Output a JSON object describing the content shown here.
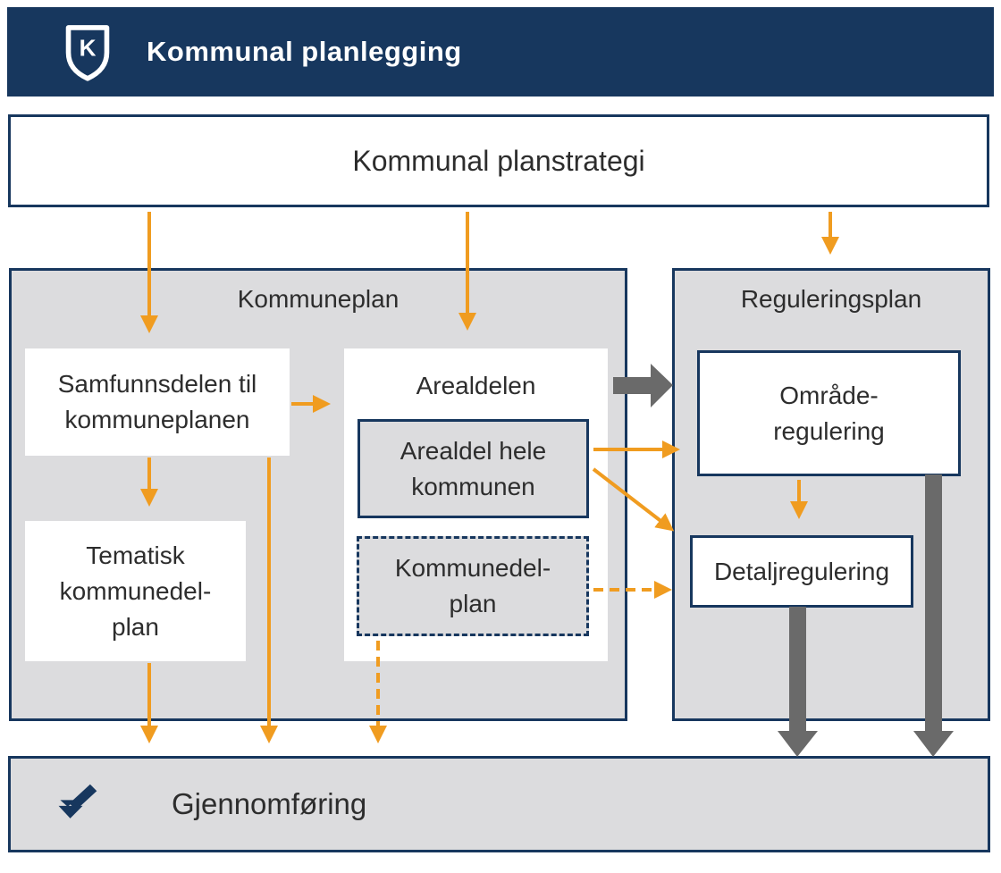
{
  "header": {
    "title": "Kommunal planlegging",
    "logo_letter": "K"
  },
  "strategy": {
    "label": "Kommunal planstrategi"
  },
  "kommuneplan": {
    "title": "Kommuneplan",
    "samfunnsdelen": "Samfunnsdelen til\nkommuneplanen",
    "arealdelen_title": "Arealdelen",
    "arealdel_hele": "Arealdel hele\nkommunen",
    "kommunedelplan": "Kommunedel-\nplan",
    "tematisk": "Tematisk\nkommunedel-\nplan"
  },
  "reguleringsplan": {
    "title": "Reguleringsplan",
    "omraderegulering": "Område-\nregulering",
    "detaljregulering": "Detaljregulering"
  },
  "footer": {
    "label": "Gjennomføring"
  },
  "colors": {
    "navy": "#17375e",
    "panel_gray": "#dcdcde",
    "solid_arrow_orange": "#f09c20",
    "thick_arrow_gray": "#6a6a6a",
    "text": "#2d2d2d",
    "background": "#ffffff"
  }
}
